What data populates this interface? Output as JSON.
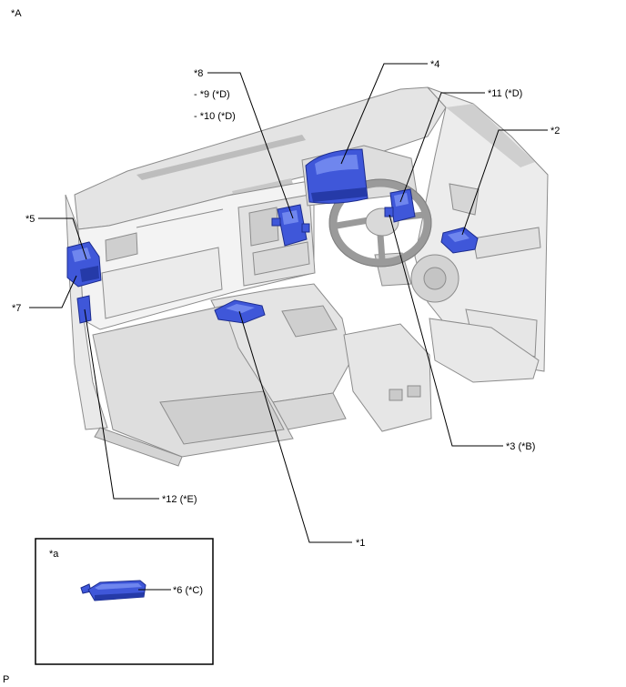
{
  "figure_id": "*A",
  "callouts": {
    "c1": "*1",
    "c2": "*2",
    "c3": "*3 (*B)",
    "c4": "*4",
    "c5": "*5",
    "c7": "*7",
    "c8": "*8",
    "c9": "- *9 (*D)",
    "c10": "- *10 (*D)",
    "c11": "*11 (*D)",
    "c12": "*12 (*E)"
  },
  "inset": {
    "label": "*a",
    "callout": "*6 (*C)"
  },
  "footer_code": "P",
  "colors": {
    "component_fill": "#3f57d9",
    "component_stroke": "#1c2c8f",
    "interior_fill": "#ececec",
    "leader_line": "#000000"
  }
}
